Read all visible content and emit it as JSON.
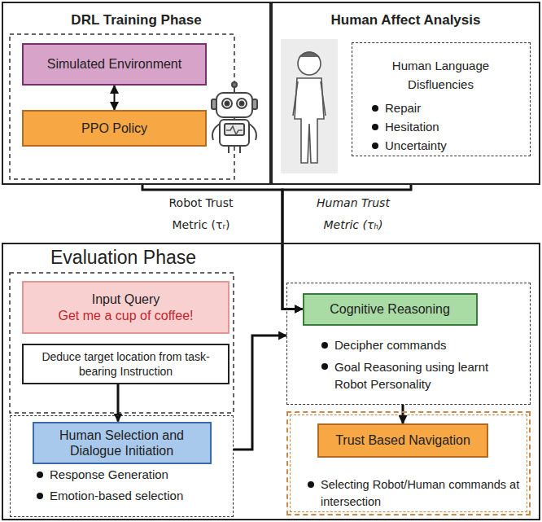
{
  "diagram": {
    "nodes": [
      {
        "text": [
          "DRL Training Phase"
        ]
      },
      {
        "text": [
          "Simulated Environment"
        ],
        "in": 0
      },
      {
        "text": [
          "PPO Policy"
        ],
        "in": 0
      },
      {
        "text": [
          "Human Affect Analysis"
        ]
      },
      {
        "text": [
          "Human Language Disfluencies",
          "Repair",
          "Hesitation",
          "Uncertainty"
        ],
        "in": 3
      },
      {
        "text": [
          "Evaluation Phase"
        ]
      },
      {
        "text": [
          "Input Query",
          "Get me a cup of coffee!"
        ],
        "in": 5
      },
      {
        "text": [
          "Deduce target location from task-bearing Instruction"
        ],
        "in": 5
      },
      {
        "text": [
          "Response Generation",
          "Emotion-based selection"
        ],
        "in": 5
      },
      {
        "text": [
          "Human Selection and Dialogue Initiation"
        ],
        "in": 8
      },
      {
        "text": [
          "Decipher commands",
          "Goal Reasoning using learnt Robot Personality"
        ],
        "in": 5
      },
      {
        "text": [
          "Cognitive Reasoning"
        ],
        "in": 10
      },
      {
        "text": [
          "Selecting Robot/Human commands at intersection"
        ],
        "in": 5
      },
      {
        "text": [
          "Trust Based Navigation"
        ],
        "in": 12
      }
    ],
    "edges": [
      {
        "from": 1,
        "to": 2,
        "arrow": "both"
      },
      {
        "from": 0,
        "to": 11,
        "label": "Robot Trust Metric (τᵣ)",
        "arrow": "to"
      },
      {
        "from": 3,
        "to": 11,
        "label": "Human Trust Metric (τₕ)",
        "arrow": "to"
      },
      {
        "from": 7,
        "to": 9,
        "arrow": "to"
      },
      {
        "from": 8,
        "to": 10,
        "arrow": "to"
      },
      {
        "from": 10,
        "to": 13,
        "arrow": "to"
      }
    ]
  }
}
